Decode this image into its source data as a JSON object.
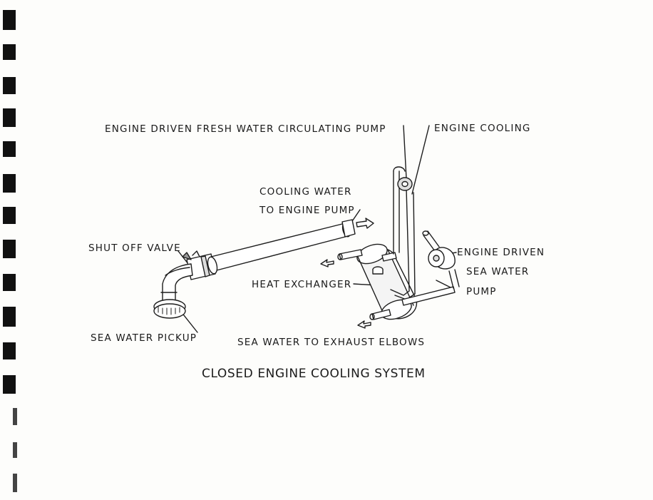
{
  "diagram": {
    "caption": "CLOSED ENGINE COOLING SYSTEM",
    "labels": {
      "fresh_water_pump": "ENGINE DRIVEN FRESH WATER CIRCULATING PUMP",
      "engine_cooling": "ENGINE COOLING",
      "cooling_water_line1": "COOLING WATER",
      "cooling_water_line2": "TO ENGINE PUMP",
      "shut_off_valve": "SHUT OFF VALVE",
      "sea_water_pump_line1": "ENGINE DRIVEN",
      "sea_water_pump_line2": "SEA WATER",
      "sea_water_pump_line3": "PUMP",
      "heat_exchanger": "HEAT EXCHANGER",
      "sea_water_pickup": "SEA WATER PICKUP",
      "exhaust_elbows": "SEA WATER TO EXHAUST ELBOWS"
    }
  }
}
